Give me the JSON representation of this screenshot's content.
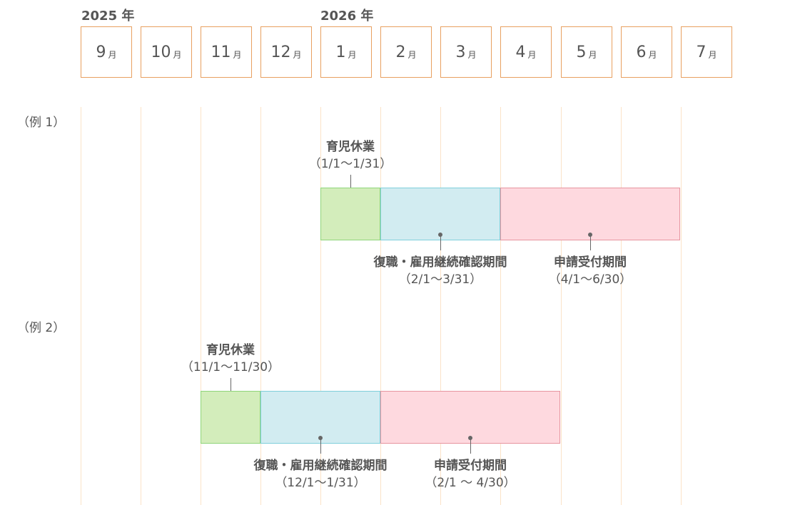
{
  "years": [
    "2025 年",
    "2026 年"
  ],
  "months": [
    {
      "num": "9",
      "unit": "月"
    },
    {
      "num": "10",
      "unit": "月"
    },
    {
      "num": "11",
      "unit": "月"
    },
    {
      "num": "12",
      "unit": "月"
    },
    {
      "num": "1",
      "unit": "月"
    },
    {
      "num": "2",
      "unit": "月"
    },
    {
      "num": "3",
      "unit": "月"
    },
    {
      "num": "4",
      "unit": "月"
    },
    {
      "num": "5",
      "unit": "月"
    },
    {
      "num": "6",
      "unit": "月"
    },
    {
      "num": "7",
      "unit": "月"
    }
  ],
  "examples": [
    {
      "label": "（例 1）",
      "leave": {
        "title": "育児休業",
        "period": "（1/1〜1/31）"
      },
      "confirm": {
        "title": "復職・雇用継続確認期間",
        "period": "（2/1〜3/31）"
      },
      "apply": {
        "title": "申請受付期間",
        "period": "（4/1〜6/30）"
      }
    },
    {
      "label": "（例 2）",
      "leave": {
        "title": "育児休業",
        "period": "（11/1〜11/30）"
      },
      "confirm": {
        "title": "復職・雇用継続確認期間",
        "period": "（12/1〜1/31）"
      },
      "apply": {
        "title": "申請受付期間",
        "period": "（2/1 〜 4/30）"
      }
    }
  ],
  "colors": {
    "month_border": "#e8a060",
    "gridline": "#fbe3c8",
    "leave": "#d3edbb",
    "confirm": "#d2ecf1",
    "apply": "#fed9df"
  }
}
